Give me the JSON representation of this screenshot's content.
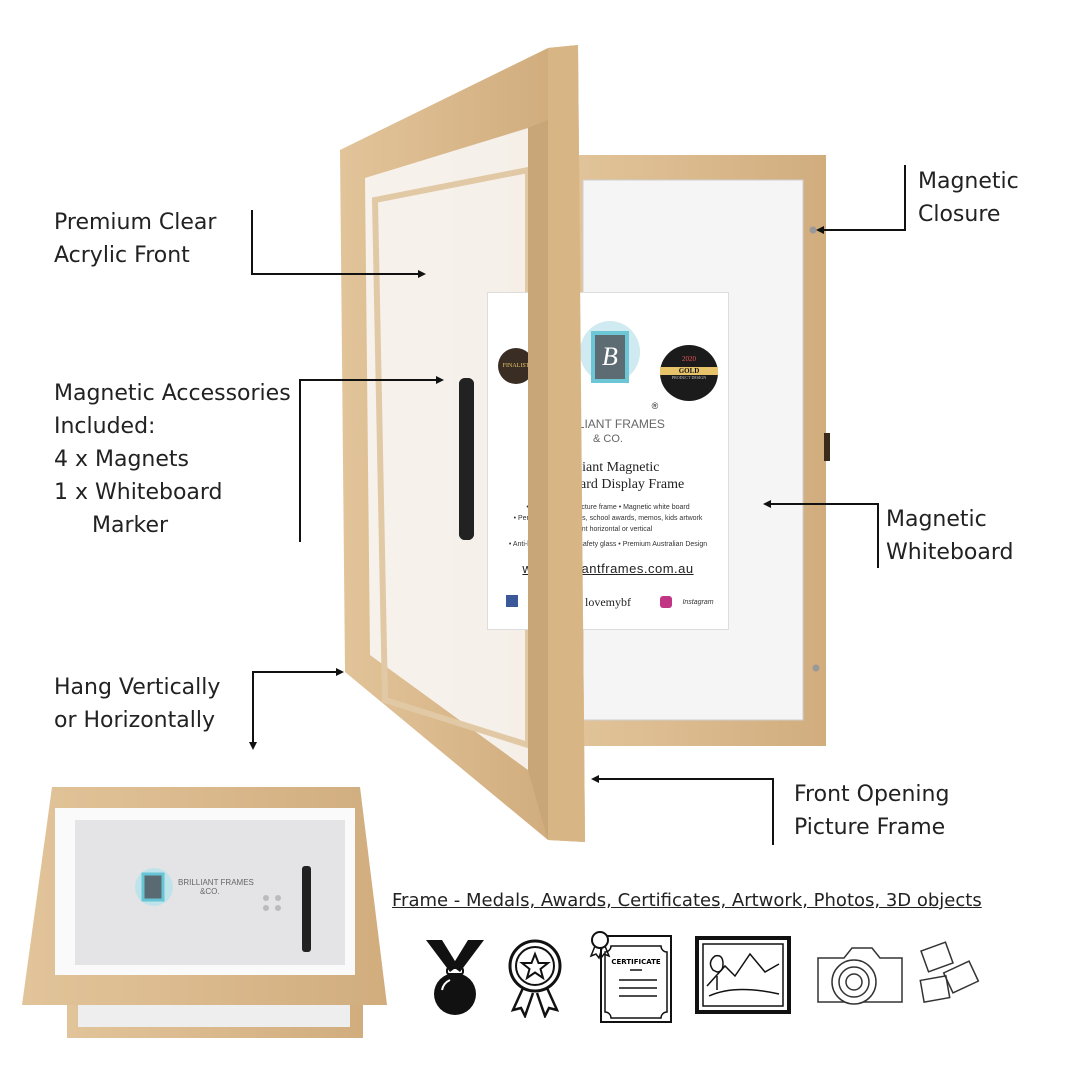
{
  "callouts": {
    "acrylic": [
      "Premium Clear",
      "Acrylic Front"
    ],
    "accessories": [
      "Magnetic Accessories",
      "Included:",
      "4 x Magnets",
      "1 x Whiteboard",
      "Marker"
    ],
    "hang": [
      "Hang Vertically",
      "or Horizontally"
    ],
    "closure": [
      "Magnetic",
      "Closure"
    ],
    "whiteboard": [
      "Magnetic",
      "Whiteboard"
    ],
    "front_opening": [
      "Front Opening",
      "Picture Frame"
    ]
  },
  "poster": {
    "brand": "BRILLIANT FRAMES",
    "brand_suffix": "& CO.",
    "registered": "®",
    "badge_left": "FINALIST",
    "badge_right_year": "2020",
    "badge_right": "GOLD",
    "badge_right_sub": "PRODUCT DESIGN",
    "title_line1": "Brilliant Magnetic",
    "title_line2": "Whiteboard Display Frame",
    "bullets": [
      "• Front opening picture frame  • Magnetic white board",
      "• Perfect for certificates, school awards, memos, kids artwork",
      "• Mount horizontal or vertical",
      "• Anti-bacterial acrylic, safety glass  • Premium Australian Design"
    ],
    "website": "www.brilliantframes.com.au",
    "social": "lovemybf",
    "instagram": "Instagram"
  },
  "small_frame": {
    "brand": "BRILLIANT FRAMES",
    "brand_suffix": "&CO."
  },
  "caption": "Frame - Medals, Awards, Certificates, Artwork, Photos, 3D objects",
  "icons": [
    "medal-icon",
    "award-ribbon-icon",
    "certificate-icon",
    "framed-artwork-icon",
    "camera-photos-icon"
  ],
  "certificate_label": "CERTIFICATE",
  "colors": {
    "oak": "#d8b88c",
    "oak_dark": "#c49d6c",
    "board": "#f4f4f4",
    "text": "#222222"
  }
}
